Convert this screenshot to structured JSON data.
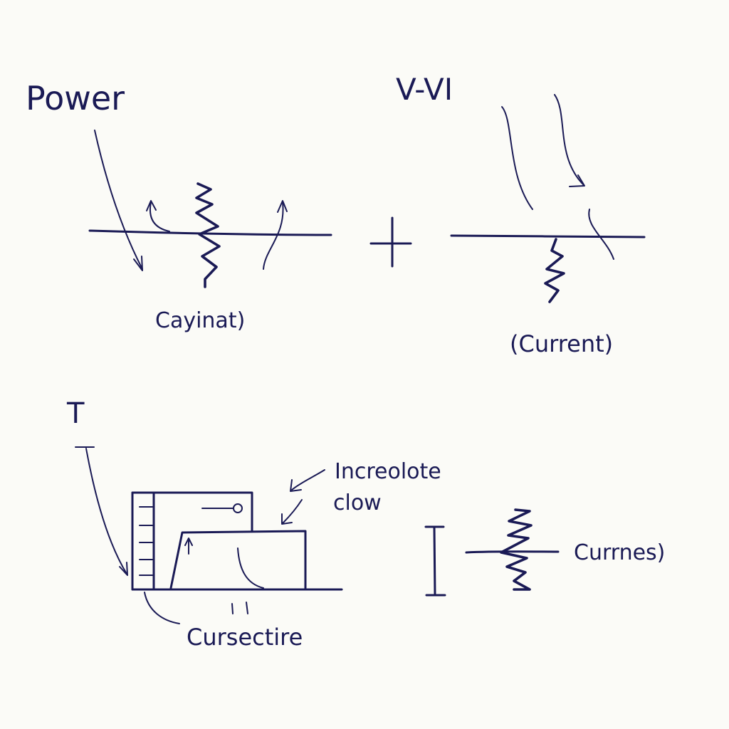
{
  "labels": {
    "power": "Power",
    "vvi": "V-VI",
    "cayinat": "Cayinat)",
    "current": "(Current)",
    "t": "T",
    "increolote": "Increolote",
    "clow": "clow",
    "currnes": "Currnes)",
    "cursectire": "Cursectire"
  },
  "colors": {
    "ink": "#1a1a55",
    "paper": "#fbfbf7"
  }
}
